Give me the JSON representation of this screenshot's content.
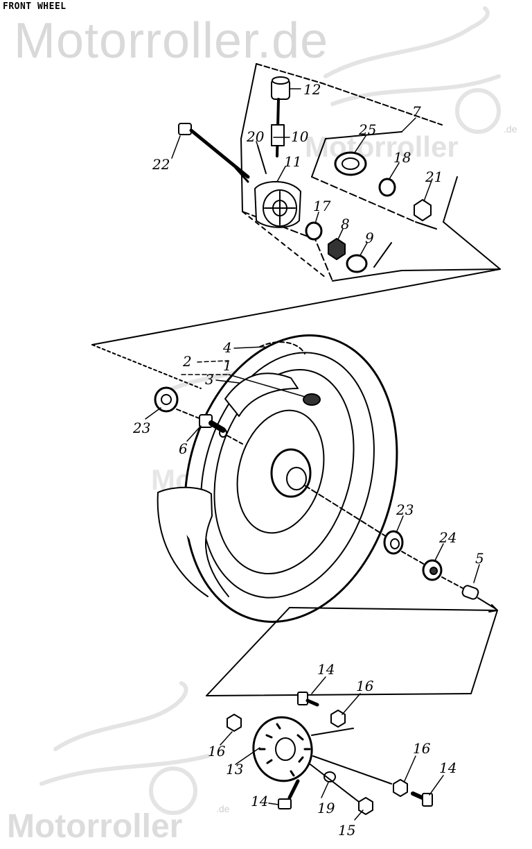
{
  "title": "FRONT WHEEL",
  "watermark": {
    "brand": "Motorroller.de",
    "short": "Motorroller",
    "suffix": ".de"
  },
  "parts": {
    "p1": "1",
    "p2": "2",
    "p3": "3",
    "p4": "4",
    "p5": "5",
    "p6": "6",
    "p7": "7",
    "p8": "8",
    "p9": "9",
    "p10": "10",
    "p11": "11",
    "p12": "12",
    "p13": "13",
    "p14": "14",
    "p15": "15",
    "p16": "16",
    "p17": "17",
    "p18": "18",
    "p19": "19",
    "p20": "20",
    "p21": "21",
    "p22": "22",
    "p23": "23",
    "p24": "24",
    "p25": "25"
  }
}
